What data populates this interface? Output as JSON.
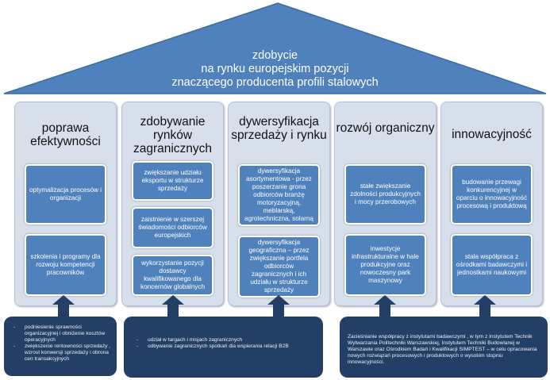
{
  "roof": {
    "lines": [
      "zdobycie",
      "na rynku europejskim pozycji",
      "znaczącego producenta profili stalowych"
    ]
  },
  "colors": {
    "roof": "#4f81bd",
    "pillar": "#d7dfea",
    "box": "#4f81bd",
    "base": "#243f66"
  },
  "pillars": [
    {
      "title": "poprawa efektywności",
      "boxes": [
        "optymalizacja procesów i organizacji",
        "szkolenia i programy dla rozwoju kompetencji pracowników"
      ]
    },
    {
      "title": "zdobywanie rynków zagranicznych",
      "boxes": [
        "zwiększanie udziału eksportu w strukturze sprzedaży",
        "zaistnienie w szerszej świadomości odbiorców europejskich",
        "wykorzystanie pozycji dostawcy kwalifikowanego dla koncernów globalnych"
      ]
    },
    {
      "title": "dywersyfikacja sprzedaży i rynku",
      "boxes": [
        "dywersyfikacja asortymentowa - przez poszerzanie grona odbiorców branżę motoryzacyjną, meblarską, agrotechniczna, solarną",
        "dywersyfikacja geograficzna – przez zwiększanie portfela odbiorców zagranicznych i ich udziału w strukturze sprzedaży"
      ]
    },
    {
      "title": "rozwój organiczny",
      "boxes": [
        "stałe zwiększanie zdolności produkcyjnych i mocy przerobowych",
        "inwestycje infrastrukturalne w hale produkcyjne oraz nowoczesny park maszynowy"
      ]
    },
    {
      "title": "innowacyjność",
      "boxes": [
        "budowanie przewagi konkurencyjnej w oparciu o innowacyjność procesową i produktową",
        "stała współpraca z ośrodkami badawczymi i jednostkami naukowymi"
      ]
    }
  ],
  "bases": {
    "left": [
      "podniesienie sprawności organizacyjnej i obniżenie kosztów operacyjnych",
      "zwiększenie rentowności sprzedaży , wzrost konwersji sprzedaży i obrona cen transakcyjnych"
    ],
    "middle": [
      "udział  w targach i misjach zagranicznych",
      "odbywanie  zagranicznych spotkań dla wspierania relacji B2B"
    ],
    "right": "Zacieśnianie współpracy z  instytutami badawczymi , w tym z Instytutem Technik Wytwarzania Politechniki Warszawskiej, Instytutem Techniki Budowlanej w Warszawie oraz Ośrodkiem Badań i Kwalifikacji SIMPTEST – w celu opracowania nowych rozwiązań procesowych i produktowych o wysokim stopniu innowacyjności."
  }
}
